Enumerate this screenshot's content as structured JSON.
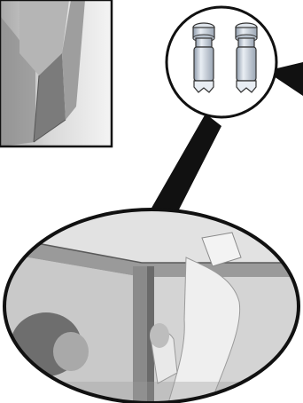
{
  "illustration": {
    "top_left_panel": {
      "kind": "photo-detail",
      "subject": "corner-bracket"
    },
    "top_right_callout": {
      "kind": "magnified-detail",
      "subject": "support-pins",
      "count": 2
    },
    "bottom_callout": {
      "kind": "photo-detail",
      "subject": "person-installing-top-rail"
    }
  },
  "colors": {
    "outline": "#111111",
    "photo_light": "#e6e6e6",
    "photo_mid": "#bdbdbd",
    "photo_dark": "#6f6f6f",
    "pin_fill": "#c9d2dd",
    "pin_shadow": "#9aa5b3"
  }
}
